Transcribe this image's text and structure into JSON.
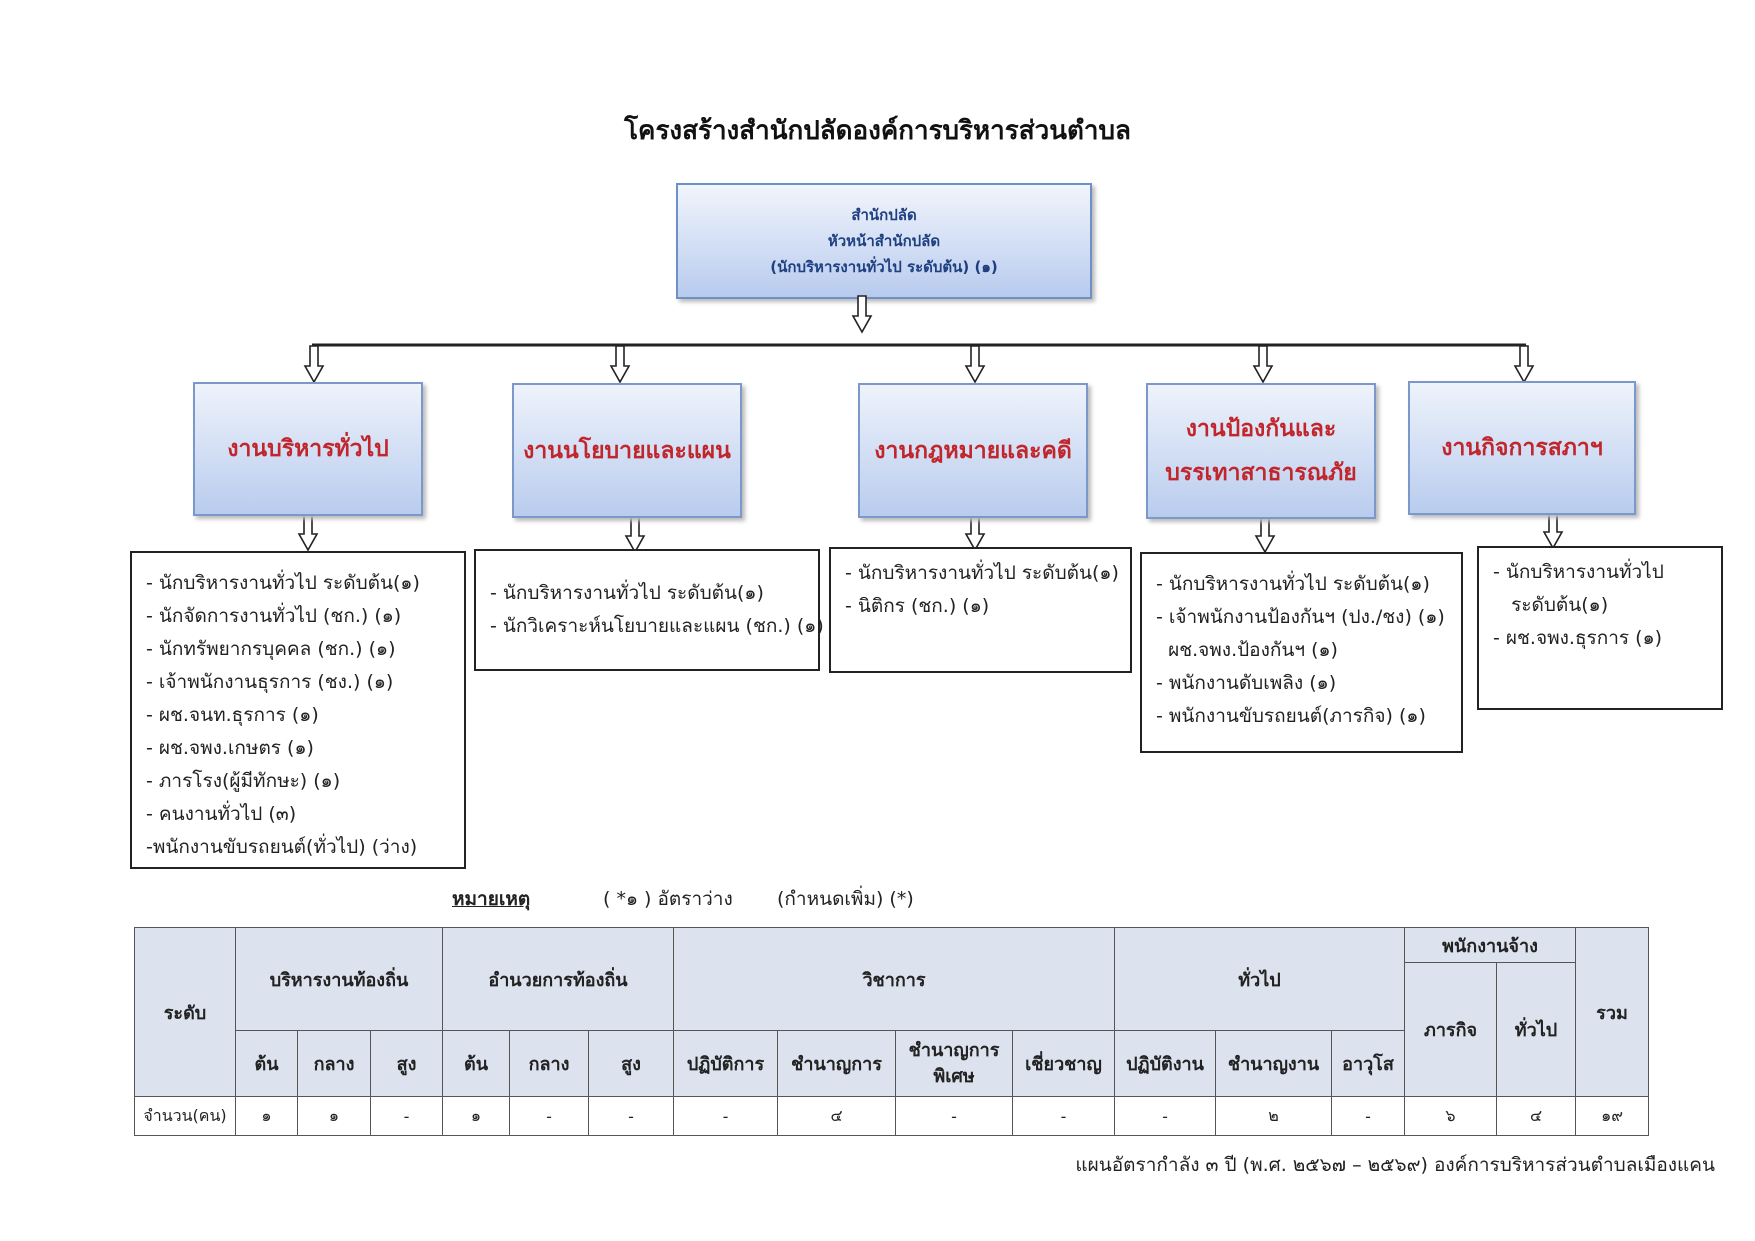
{
  "title": "โครงสร้างสำนักปลัดองค์การบริหารส่วนตำบล",
  "head_box": {
    "line1": "สำนักปลัด",
    "line2": "หัวหน้าสำนักปลัด",
    "line3": "(นักบริหารงานทั่วไป ระดับต้น) (๑)"
  },
  "departments": [
    {
      "lines": [
        "งานบริหารทั่วไป"
      ],
      "staff": [
        "- นักบริหารงานทั่วไป ระดับต้น(๑)",
        "- นักจัดการงานทั่วไป (ชก.) (๑)",
        "- นักทรัพยากรบุคคล (ชก.) (๑)",
        "- เจ้าพนักงานธุรการ  (ชง.) (๑)",
        "-  ผช.จนท.ธุรการ (๑)",
        "- ผช.จพง.เกษตร (๑)",
        "- ภารโรง(ผู้มีทักษะ) (๑)",
        "- คนงานทั่วไป (๓)",
        "-พนักงานขับรถยนต์(ทั่วไป) (ว่าง)"
      ]
    },
    {
      "lines": [
        "งานนโยบายและแผน"
      ],
      "staff": [
        "- นักบริหารงานทั่วไป ระดับต้น(๑)",
        "- นักวิเคราะห์นโยบายและแผน (ชก.) (๑)"
      ]
    },
    {
      "lines": [
        "งานกฎหมายและคดี"
      ],
      "staff": [
        "- นักบริหารงานทั่วไป ระดับต้น(๑)",
        "- นิติกร (ชก.) (๑)"
      ]
    },
    {
      "lines": [
        "งานป้องกันและ",
        "บรรเทาสาธารณภัย"
      ],
      "staff": [
        "- นักบริหารงานทั่วไป ระดับต้น(๑)",
        "- เจ้าพนักงานป้องกันฯ (ปง./ชง) (๑)",
        "  ผช.จพง.ป้องกันฯ (๑)",
        "- พนักงานดับเพลิง (๑)",
        "- พนักงานขับรถยนต์(ภารกิจ) (๑)"
      ]
    },
    {
      "lines": [
        "งานกิจการสภาฯ"
      ],
      "staff": [
        "- นักบริหารงานทั่วไป",
        "   ระดับต้น(๑)",
        "- ผช.จพง.ธุรการ (๑)"
      ]
    }
  ],
  "note": {
    "label": "หมายเหตุ",
    "vacant": "( *๑ )  อัตราว่าง",
    "additional": "(กำหนดเพิ่ม) (*)"
  },
  "staff_table": {
    "level_header": "ระดับ",
    "groups": {
      "local_admin": "บริหารงานท้องถิ่น",
      "local_director": "อำนวยการท้องถิ่น",
      "academic": "วิชาการ",
      "general": "ทั่วไป",
      "employees": "พนักงานจ้าง",
      "total": "รวม"
    },
    "sub": {
      "low": "ต้น",
      "mid": "กลาง",
      "high": "สูง",
      "practitioner": "ปฏิบัติการ",
      "professional": "ชำนาญการ",
      "senior_professional_1": "ชำนาญการ",
      "senior_professional_2": "พิเศษ",
      "expert": "เชี่ยวชาญ",
      "operator": "ปฏิบัติงาน",
      "skilled": "ชำนาญงาน",
      "senior": "อาวุโส",
      "mission": "ภารกิจ",
      "general_emp": "ทั่วไป"
    },
    "row_label": "จำนวน(คน)",
    "values": [
      "๑",
      "๑",
      "-",
      "๑",
      "-",
      "-",
      "-",
      "๔",
      "-",
      "-",
      "-",
      "๒",
      "-",
      "๖",
      "๔",
      "๑๙"
    ]
  },
  "footer": "แผนอัตรากำลัง ๓ ปี (พ.ศ. ๒๕๖๗ – ๒๕๖๙)  องค์การบริหารส่วนตำบลเมืองแคน",
  "colors": {
    "box_border": "#6f90c7",
    "box_fill": "#b9ccee",
    "dept_text": "#c0262b",
    "head_text": "#1f3f80",
    "table_header": "#dce3ef"
  }
}
